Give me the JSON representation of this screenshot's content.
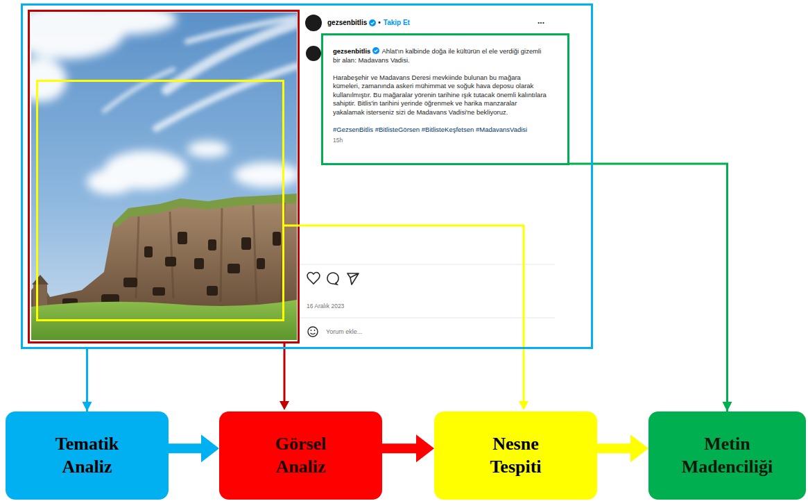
{
  "diagram": {
    "nodes": [
      {
        "text": [
          "gezsenbitlis",
          "•",
          "Takip Et",
          "...",
          "16 Aralık 2023",
          "Yorum ekle..."
        ]
      },
      {
        "text": [
          "gezsenbitlis",
          "Ahlat'ın kalbinde doğa ile kültürün el ele verdiği gizemli bir alan: Madavans Vadisi.",
          "Harabeşehir ve Madavans Deresi mevkiinde bulunan bu mağara kümeleri, zamanında askeri mühimmat ve soğuk hava deposu olarak kullanılmıştır. Bu mağaralar yörenin tarihine ışık tutacak önemli kalıntılara sahiptir. Bitlis'in tarihini yerinde öğrenmek ve harika manzaralar yakalamak isterseniz sizi de Madavans Vadisi'ne bekliyoruz.",
          "#GezsenBitlis #BitlisteGörsen #BitlisteKeşfetsen #MadavansVadisi",
          "15h"
        ],
        "in": 0
      },
      {
        "text": [
          "Tematik Analiz"
        ]
      },
      {
        "text": [
          "Görsel Analiz"
        ]
      },
      {
        "text": [
          "Nesne Tespiti"
        ]
      },
      {
        "text": [
          "Metin Madenciliği"
        ]
      }
    ],
    "edges": [
      {
        "from": 0,
        "to": 2,
        "arrow": "to"
      },
      {
        "from": 1,
        "to": 5,
        "arrow": "to"
      },
      {
        "from": 2,
        "to": 3,
        "arrow": "to"
      },
      {
        "from": 3,
        "to": 4,
        "arrow": "to"
      },
      {
        "from": 4,
        "to": 5,
        "arrow": "to"
      }
    ]
  }
}
